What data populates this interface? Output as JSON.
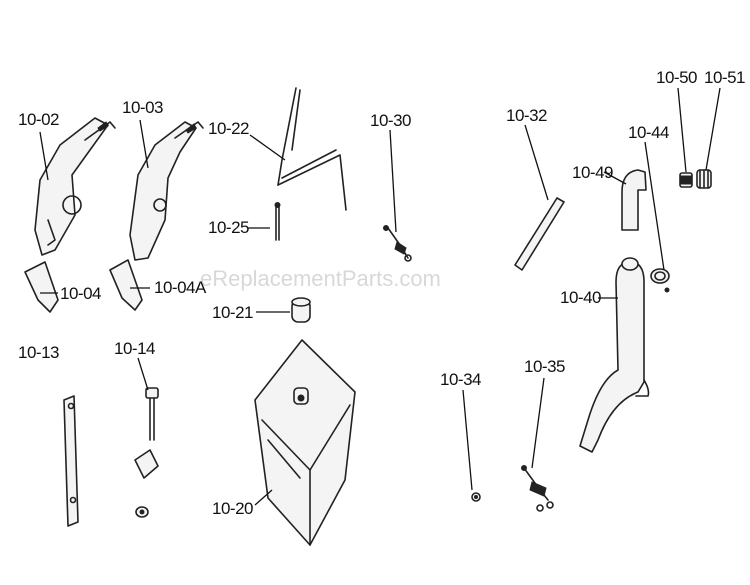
{
  "watermark": "eReplacementParts.com",
  "labels": {
    "l1002": "10-02",
    "l1003": "10-03",
    "l1004": "10-04",
    "l1004a": "10-04A",
    "l1013": "10-13",
    "l1014": "10-14",
    "l1020": "10-20",
    "l1021": "10-21",
    "l1022": "10-22",
    "l1025": "10-25",
    "l1030": "10-30",
    "l1032": "10-32",
    "l1034": "10-34",
    "l1035": "10-35",
    "l1040": "10-40",
    "l1044": "10-44",
    "l1049": "10-49",
    "l1050": "10-50",
    "l1051": "10-51"
  }
}
